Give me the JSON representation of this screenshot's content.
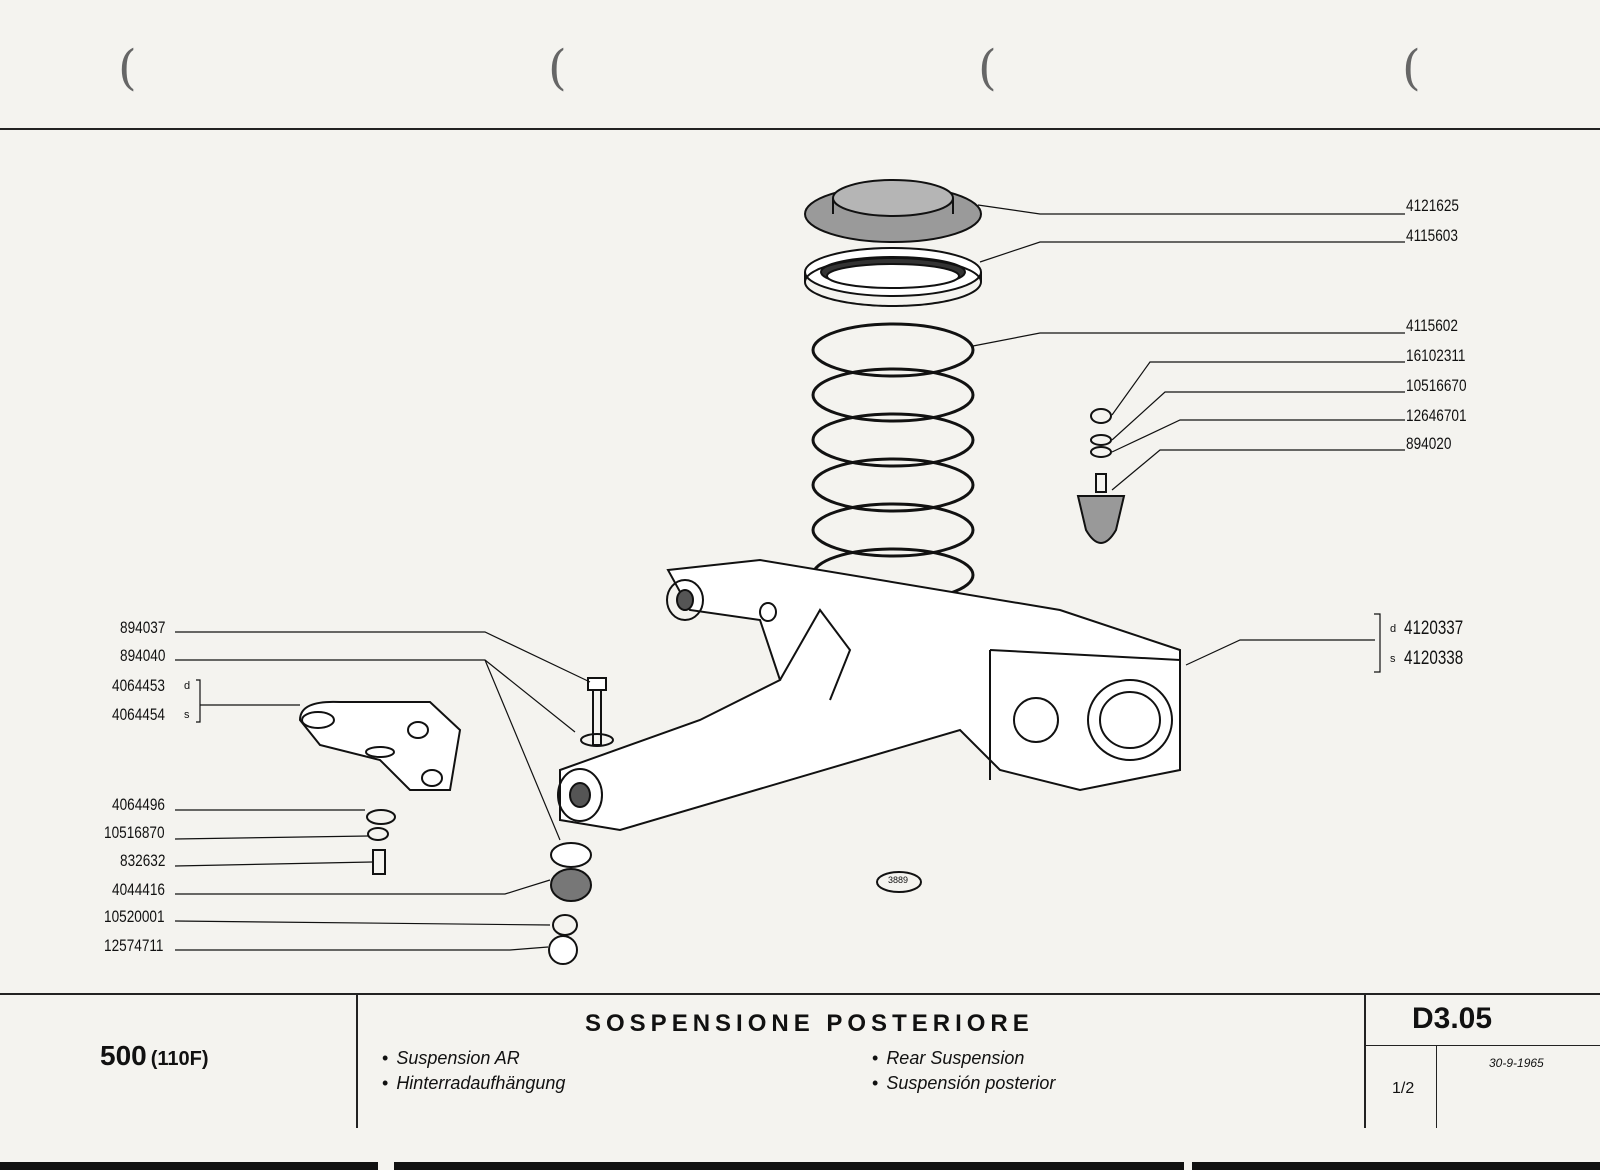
{
  "diagram": {
    "part_numbers_right": [
      "4121625",
      "4115603",
      "4115602",
      "16102311",
      "10516670",
      "12646701",
      "894020"
    ],
    "side_variants": [
      {
        "side": "d",
        "number": "4120337"
      },
      {
        "side": "s",
        "number": "4120338"
      }
    ],
    "part_numbers_left": [
      "894037",
      "894040"
    ],
    "bracket_variants": [
      {
        "number": "4064453",
        "side": "d"
      },
      {
        "number": "4064454",
        "side": "s"
      }
    ],
    "part_numbers_left_lower": [
      "4064496",
      "10516870",
      "832632",
      "4044416",
      "10520001",
      "12574711"
    ],
    "figure_number": "3889"
  },
  "title_block": {
    "model": "500",
    "model_code": "(110F)",
    "title": "SOSPENSIONE POSTERIORE",
    "lang_fr": "Suspension AR",
    "lang_de": "Hinterradaufhängung",
    "lang_en": "Rear Suspension",
    "lang_es": "Suspensión posterior",
    "code": "D3.05",
    "date": "30-9-1965",
    "sheet": "1/2"
  }
}
